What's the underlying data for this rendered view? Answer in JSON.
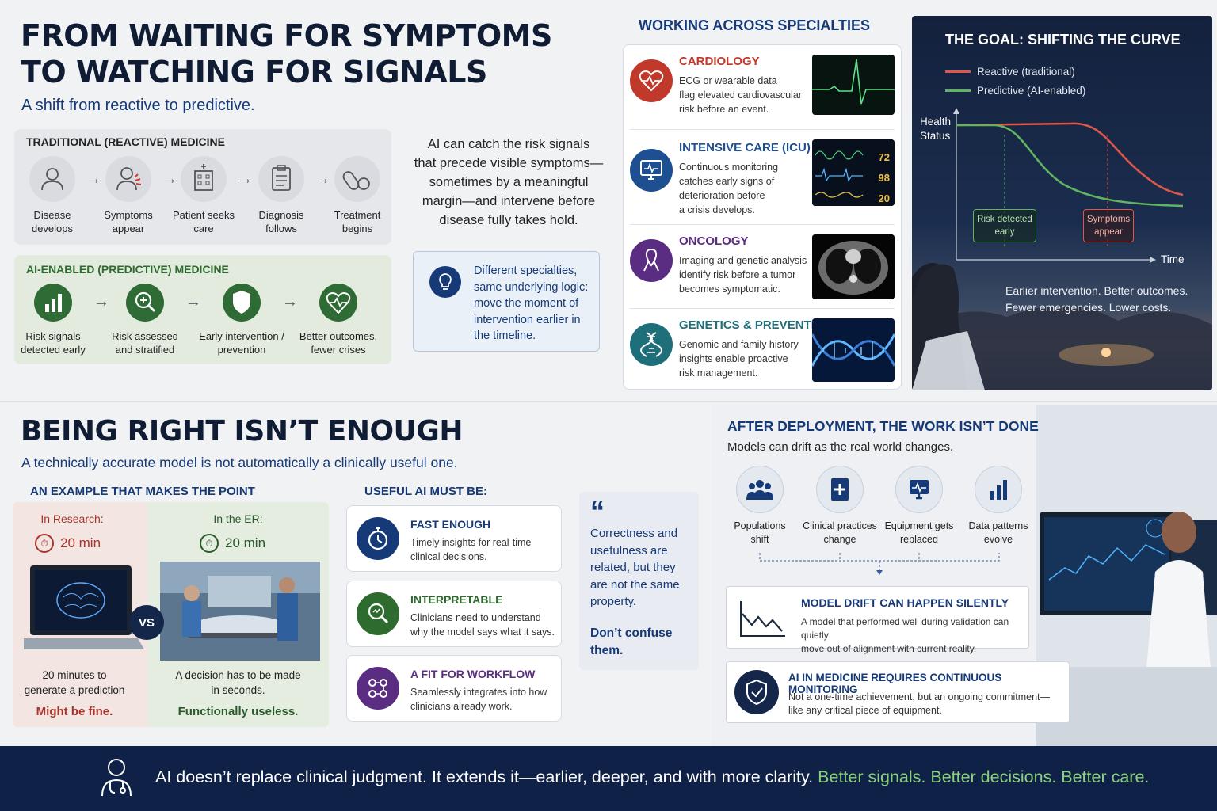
{
  "top_left": {
    "title_line1": "FROM WAITING FOR SYMPTOMS",
    "title_line2": "TO WATCHING FOR SIGNALS",
    "subtitle": "A shift from reactive to predictive.",
    "traditional": {
      "heading": "TRADITIONAL (REACTIVE) MEDICINE",
      "steps": [
        {
          "icon": "person-icon",
          "line1": "Disease",
          "line2": "develops"
        },
        {
          "icon": "person-pain-icon",
          "line1": "Symptoms",
          "line2": "appear"
        },
        {
          "icon": "hospital-icon",
          "line1": "Patient seeks",
          "line2": "care"
        },
        {
          "icon": "clipboard-icon",
          "line1": "Diagnosis",
          "line2": "follows"
        },
        {
          "icon": "pills-icon",
          "line1": "Treatment",
          "line2": "begins"
        }
      ]
    },
    "ai_enabled": {
      "heading": "AI-ENABLED (PREDICTIVE) MEDICINE",
      "steps": [
        {
          "icon": "bar-chart-icon",
          "line1": "Risk signals",
          "line2": "detected early"
        },
        {
          "icon": "magnifier-plus-icon",
          "line1": "Risk assessed",
          "line2": "and stratified"
        },
        {
          "icon": "shield-icon",
          "line1": "Early intervention /",
          "line2": "prevention"
        },
        {
          "icon": "heart-pulse-icon",
          "line1": "Better outcomes,",
          "line2": "fewer crises"
        }
      ]
    }
  },
  "middle_text": {
    "line1": "AI can catch the risk signals",
    "line2": "that precede visible symptoms—",
    "line3": "sometimes by a meaningful",
    "line4": "margin—and intervene before",
    "line5": "disease fully takes hold.",
    "callout": {
      "icon": "lightbulb-icon",
      "line1": "Different specialties,",
      "line2": "same underlying logic:",
      "line3": "move the moment of",
      "line4": "intervention earlier in",
      "line5": "the timeline."
    }
  },
  "specialties": {
    "heading": "WORKING ACROSS SPECIALTIES",
    "items": [
      {
        "title": "CARDIOLOGY",
        "color": "#c0392b",
        "icon": "heart-ecg-icon",
        "lines": [
          "ECG or wearable data",
          "flag elevated cardiovascular",
          "risk before an event."
        ]
      },
      {
        "title": "INTENSIVE CARE (ICU)",
        "color": "#1d4f91",
        "icon": "monitor-icon",
        "lines": [
          "Continuous monitoring",
          "catches early signs of",
          "deterioration before",
          "a crisis develops."
        ],
        "vitals": [
          "72",
          "98",
          "20"
        ]
      },
      {
        "title": "ONCOLOGY",
        "color": "#5b2d82",
        "icon": "ribbon-icon",
        "lines": [
          "Imaging and genetic analysis",
          "identify risk before a tumor",
          "becomes symptomatic."
        ]
      },
      {
        "title": "GENETICS & PREVENTION",
        "color": "#1f6f7a",
        "icon": "dna-icon",
        "lines": [
          "Genomic and family history",
          "insights enable proactive",
          "risk management."
        ]
      }
    ]
  },
  "goal": {
    "heading": "THE GOAL: SHIFTING THE CURVE",
    "legend_reactive": "Reactive (traditional)",
    "legend_predictive": "Predictive (AI-enabled)",
    "y_label_1": "Health",
    "y_label_2": "Status",
    "x_label": "Time",
    "marker_early_1": "Risk detected",
    "marker_early_2": "early",
    "marker_symptoms_1": "Symptoms",
    "marker_symptoms_2": "appear",
    "caption1": "Earlier intervention. Better outcomes.",
    "caption2": "Fewer emergencies. Lower costs.",
    "colors": {
      "reactive": "#e0574a",
      "predictive": "#5fb560"
    }
  },
  "bottom_left": {
    "title": "BEING RIGHT ISN’T ENOUGH",
    "subtitle": "A technically accurate model is not automatically a clinically useful one.",
    "example_heading": "AN EXAMPLE THAT MAKES THE POINT",
    "research": {
      "label": "In Research:",
      "time": "20 min",
      "line1": "20 minutes to",
      "line2": "generate a prediction",
      "verdict": "Might be fine."
    },
    "vs": "VS",
    "er": {
      "label": "In the ER:",
      "time": "20 min",
      "line1": "A decision has to be made",
      "line2": "in seconds.",
      "verdict": "Functionally useless."
    }
  },
  "useful": {
    "heading": "USEFUL AI MUST BE:",
    "items": [
      {
        "title": "FAST ENOUGH",
        "icon": "stopwatch-icon",
        "color": "#163a78",
        "line1": "Timely insights for real-time",
        "line2": "clinical decisions."
      },
      {
        "title": "INTERPRETABLE",
        "icon": "magnifier-icon",
        "color": "#2e6b2e",
        "line1": "Clinicians need to understand",
        "line2": "why the model says what it says."
      },
      {
        "title": "A FIT FOR WORKFLOW",
        "icon": "workflow-icon",
        "color": "#5b2d82",
        "line1": "Seamlessly integrates into how",
        "line2": "clinicians already work."
      }
    ]
  },
  "quote": {
    "mark": "“",
    "lines": [
      "Correctness and",
      "usefulness are",
      "related, but they",
      "are not the same",
      "property."
    ],
    "emph1": "Don’t confuse",
    "emph2": "them."
  },
  "deployment": {
    "heading": "AFTER DEPLOYMENT, THE WORK ISN’T DONE",
    "subtitle": "Models can drift as the real world changes.",
    "drivers": [
      {
        "icon": "people-icon",
        "line1": "Populations",
        "line2": "shift"
      },
      {
        "icon": "clipboard-plus-icon",
        "line1": "Clinical practices",
        "line2": "change"
      },
      {
        "icon": "equipment-icon",
        "line1": "Equipment gets",
        "line2": "replaced"
      },
      {
        "icon": "data-bars-icon",
        "line1": "Data patterns",
        "line2": "evolve"
      }
    ],
    "drift": {
      "title": "MODEL DRIFT CAN HAPPEN SILENTLY",
      "line1": "A model that performed well during validation can quietly",
      "line2": "move out of alignment with current reality."
    },
    "monitor": {
      "title": "AI IN MEDICINE REQUIRES CONTINUOUS MONITORING",
      "line1": "Not a one-time achievement, but an ongoing commitment—",
      "line2": "like any critical piece of equipment."
    }
  },
  "footer": {
    "icon": "clinician-icon",
    "main": "AI doesn’t replace clinical judgment. It extends it—earlier, deeper, and with more clarity.",
    "accent": "Better signals. Better decisions. Better care."
  }
}
